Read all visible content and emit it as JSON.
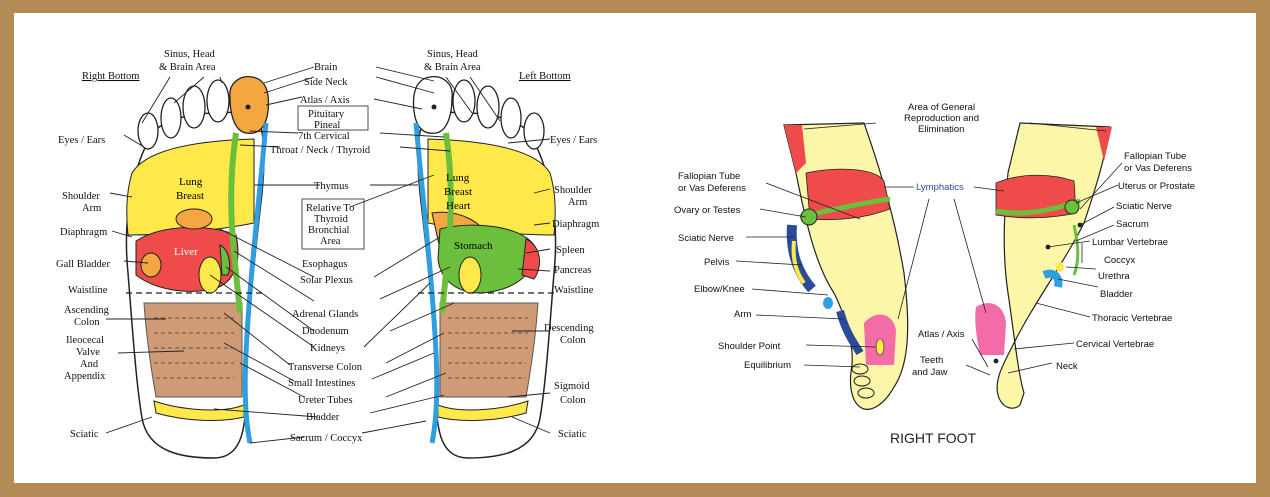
{
  "colors": {
    "frame": "#b28b55",
    "yellow": "#ffe84a",
    "red": "#ef4b4b",
    "green": "#6cbf3c",
    "blue": "#2f9fe0",
    "brown": "#c07a4a",
    "orange": "#f4a640",
    "pale_yellow": "#fbf6a8",
    "pink": "#f36ca8",
    "navy": "#2b4a9a"
  },
  "left_chart": {
    "right_bottom": "Right Bottom",
    "left_bottom": "Left Bottom",
    "labels": {
      "sinus_l1": "Sinus, Head",
      "sinus_l2": "& Brain Area",
      "brain": "Brain",
      "side_neck": "Side Neck",
      "atlas": "Atlas / Axis",
      "pit1": "Pituitary",
      "pit2": "Pineal",
      "cerv7": "7th Cervical",
      "throat": "Throat / Neck / Thyroid",
      "thymus": "Thymus",
      "rel1": "Relative To",
      "rel2": "Thyroid",
      "rel3": "Bronchial",
      "rel4": "Area",
      "esophagus": "Esophagus",
      "solar": "Solar Plexus",
      "adrenal": "Adrenal Glands",
      "duodenum": "Duodenum",
      "kidneys": "Kidneys",
      "transverse": "Transverse Colon",
      "small_int": "Small Intestines",
      "ureter": "Ureter Tubes",
      "bladder": "Bladder",
      "sacrum": "Sacrum / Coccyx",
      "eyes_ears": "Eyes / Ears",
      "shoulder": "Shoulder",
      "arm": "Arm",
      "diaphragm": "Diaphragm",
      "gall": "Gall Bladder",
      "waistline": "Waistline",
      "asc1": "Ascending",
      "asc2": "Colon",
      "ileo1": "Ileocecal",
      "ileo2": "Valve",
      "ileo3": "And",
      "ileo4": "Appendix",
      "sciatic": "Sciatic",
      "spleen": "Spleen",
      "pancreas": "Pancreas",
      "desc1": "Descending",
      "desc2": "Colon",
      "sig1": "Sigmoid",
      "sig2": "Colon",
      "lung": "Lung",
      "breast": "Breast",
      "heart": "Heart",
      "liver": "Liver",
      "stomach": "Stomach"
    }
  },
  "right_chart": {
    "caption": "RIGHT FOOT",
    "labels": {
      "area1": "Area of General",
      "area2": "Reproduction and",
      "area3": "Elimination",
      "fal_l1": "Fallopian Tube",
      "fal_l2": "or Vas Deferens",
      "ovary": "Ovary or Testes",
      "sciatic_nerve_l": "Sciatic Nerve",
      "pelvis": "Pelvis",
      "elbow": "Elbow/Knee",
      "arm": "Arm",
      "shoulder_point": "Shoulder Point",
      "equilibrium": "Equilibrium",
      "lymphatics": "Lymphatics",
      "atlas": "Atlas / Axis",
      "teeth1": "Teeth",
      "teeth2": "and Jaw",
      "fal_r1": "Fallopian Tube",
      "fal_r2": "or Vas Deferens",
      "uterus": "Uterus or Prostate",
      "sciatic_nerve_r": "Sciatic Nerve",
      "sacrum": "Sacrum",
      "lumbar": "Lumbar Vertebrae",
      "coccyx": "Coccyx",
      "urethra": "Urethra",
      "bladder": "Bladder",
      "thoracic": "Thoracic Vertebrae",
      "cervical": "Cervical Vertebrae",
      "neck": "Neck"
    }
  }
}
